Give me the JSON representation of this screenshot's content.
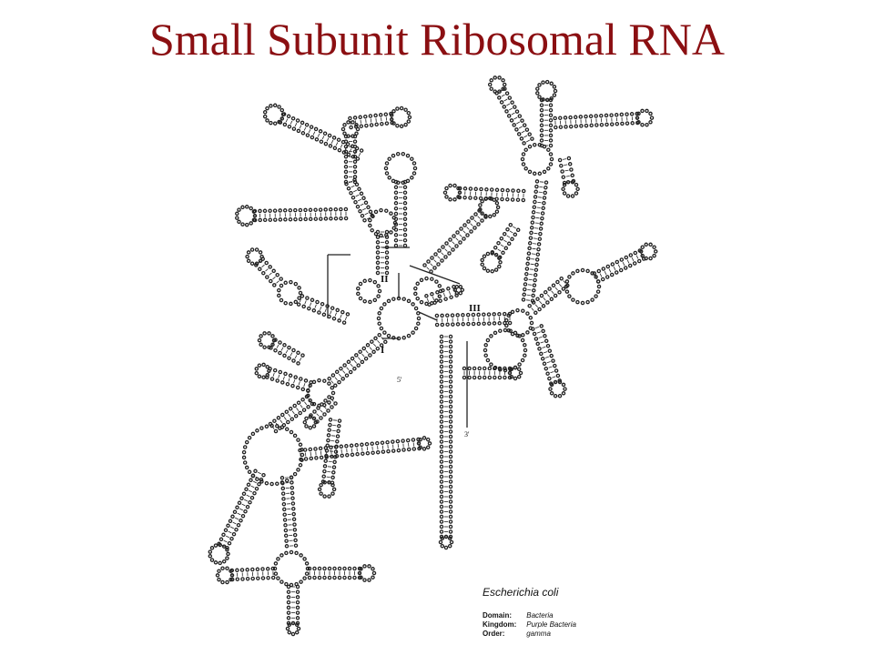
{
  "title": "Small Subunit Ribosomal RNA",
  "domain_labels": [
    "I",
    "II",
    "III"
  ],
  "end_labels": [
    "5'",
    "3'"
  ],
  "legend": {
    "species": "Escherichia coli",
    "rows": [
      {
        "key": "Domain:",
        "value": "Bacteria"
      },
      {
        "key": "Kingdom:",
        "value": "Purple Bacteria"
      },
      {
        "key": "Order:",
        "value": "gamma"
      }
    ]
  }
}
